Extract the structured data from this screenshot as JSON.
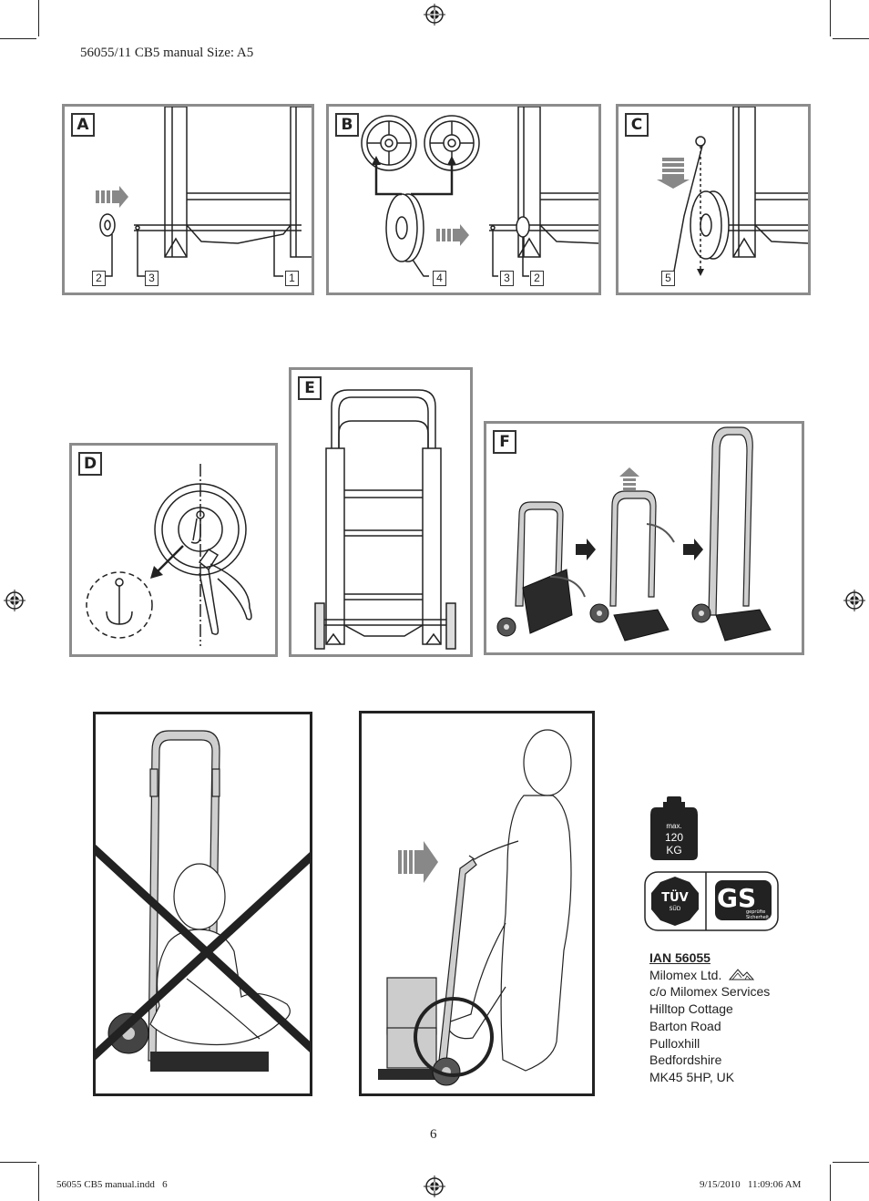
{
  "header": {
    "text": "56055/11 CB5 manual Size: A5"
  },
  "figures": {
    "a": {
      "label": "A",
      "callouts": [
        "2",
        "3",
        "1"
      ]
    },
    "b": {
      "label": "B",
      "callouts": [
        "4",
        "3",
        "2"
      ]
    },
    "c": {
      "label": "C",
      "callouts": [
        "5"
      ]
    },
    "d": {
      "label": "D"
    },
    "e": {
      "label": "E"
    },
    "f": {
      "label": "F"
    }
  },
  "weight_badge": {
    "line1": "max.",
    "line2": "120",
    "line3": "KG"
  },
  "certification": {
    "tuv": "TÜV",
    "tuv_sub": "SÜD",
    "gs": "GS",
    "gs_sub1": "geprüfte",
    "gs_sub2": "Sicherheit"
  },
  "address": {
    "ian": "IAN 56055",
    "company": "Milomex Ltd.",
    "lines": [
      "c/o Milomex Services",
      "Hilltop Cottage",
      "Barton Road",
      "Pulloxhill",
      "Bedfordshire",
      "MK45 5HP, UK"
    ]
  },
  "page_number": "6",
  "footer": {
    "left": "56055 CB5 manual.indd   6",
    "right": "9/15/2010   11:09:06 AM"
  },
  "colors": {
    "panel_border": "#8c8c8c",
    "ink": "#222222",
    "frame_fill": "#cfcfcf",
    "platform": "#2a2a2a"
  }
}
